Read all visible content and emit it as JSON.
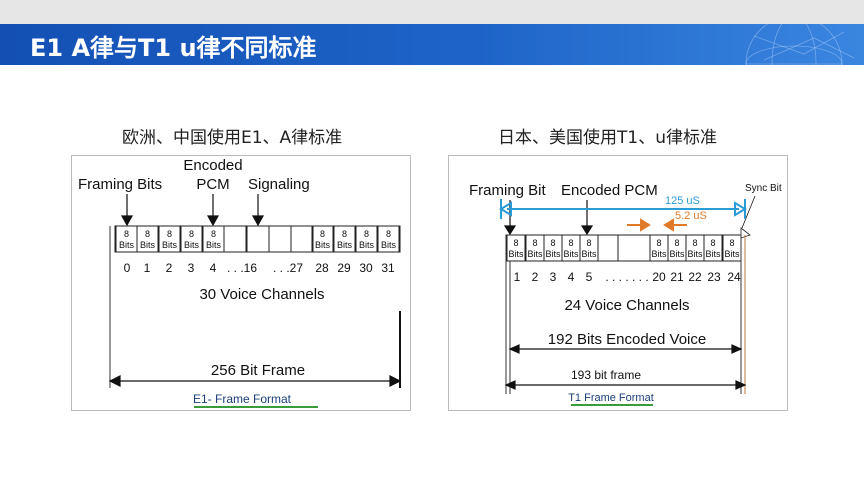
{
  "header": {
    "title": "E1 A律与T1 u律不同标准"
  },
  "left": {
    "caption": "欧洲、中国使用E1、A律标准",
    "encoded_top": "Encoded",
    "framing_bits": "Framing Bits",
    "pcm": "PCM",
    "signaling": "Signaling",
    "cell_top": "8",
    "cell_bottom": "Bits",
    "channel_numbers": [
      "0",
      "1",
      "2",
      "3",
      "4",
      ". . .16",
      ". . .27",
      "28",
      "29",
      "30",
      "31"
    ],
    "voice_channels": "30 Voice Channels",
    "frame_label": "256 Bit Frame",
    "format_caption": "E1- Frame Format"
  },
  "right": {
    "caption": "日本、美国使用T1、u律标准",
    "framing_bit": "Framing Bit",
    "encoded_pcm": "Encoded PCM",
    "sync_bit": "Sync Bit",
    "period_125": "125 uS",
    "period_52": "5.2 uS",
    "cell_top": "8",
    "cell_bottom": "Bits",
    "channel_numbers": [
      "1",
      "2",
      "3",
      "4",
      "5",
      ". . . . . . .",
      "20",
      "21",
      "22",
      "23",
      "24"
    ],
    "voice_channels": "24 Voice Channels",
    "encoded_voice": "192 Bits Encoded Voice",
    "frame_label": "193 bit frame",
    "format_caption": "T1 Frame Format"
  },
  "colors": {
    "banner": "#1a5cc0",
    "blue_arrow": "#2b9bd6",
    "orange_arrow": "#e07a28",
    "underline": "#3a9b3a"
  }
}
